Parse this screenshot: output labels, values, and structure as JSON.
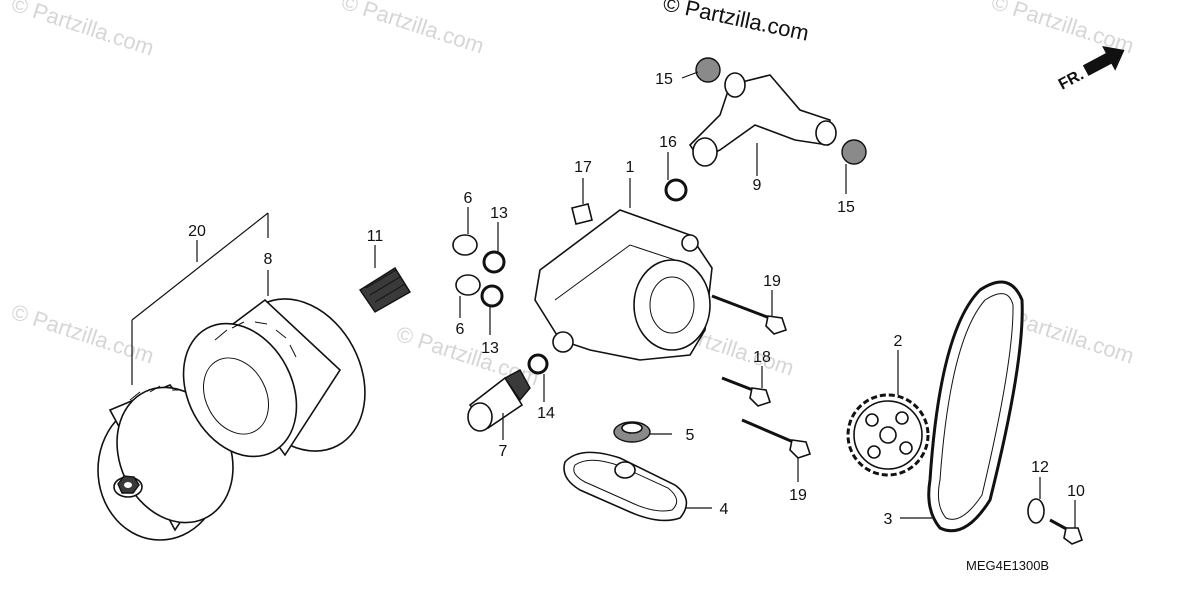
{
  "watermark": "© Partzilla.com",
  "front_marker": "FR.",
  "drawing_code": "MEG4E1300B",
  "callouts": {
    "c1": "1",
    "c2": "2",
    "c3": "3",
    "c4": "4",
    "c5": "5",
    "c6a": "6",
    "c6b": "6",
    "c7": "7",
    "c8": "8",
    "c9": "9",
    "c10": "10",
    "c11": "11",
    "c12": "12",
    "c13a": "13",
    "c13b": "13",
    "c14": "14",
    "c15a": "15",
    "c15b": "15",
    "c16": "16",
    "c17": "17",
    "c18": "18",
    "c19a": "19",
    "c19b": "19",
    "c20": "20"
  }
}
